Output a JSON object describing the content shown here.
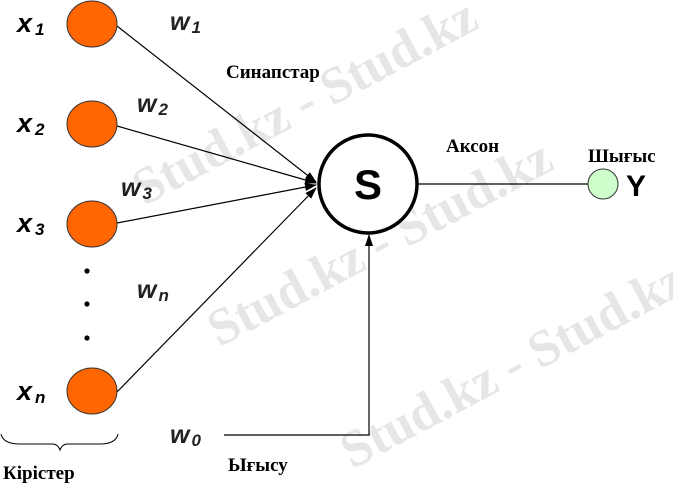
{
  "watermark": "Stud.kz - Stud.kz",
  "inputs": [
    {
      "var": "x",
      "sub": "1",
      "weight": "w",
      "wsub": "1"
    },
    {
      "var": "x",
      "sub": "2",
      "weight": "w",
      "wsub": "2"
    },
    {
      "var": "x",
      "sub": "3",
      "weight": "w",
      "wsub": "3"
    },
    {
      "var": "x",
      "sub": "n",
      "weight": "w",
      "wsub": "n"
    }
  ],
  "bias_weight": {
    "var": "w",
    "sub": "0"
  },
  "neuron_label": "S",
  "output_label": "Y",
  "labels": {
    "synapses": "Синапстар",
    "axon": "Аксон",
    "output": "Шығыс",
    "inputs": "Кірістер",
    "bias": "Ығысу"
  },
  "colors": {
    "input_node": "#ff6600",
    "output_node": "#ccffcc",
    "line": "#000000"
  }
}
